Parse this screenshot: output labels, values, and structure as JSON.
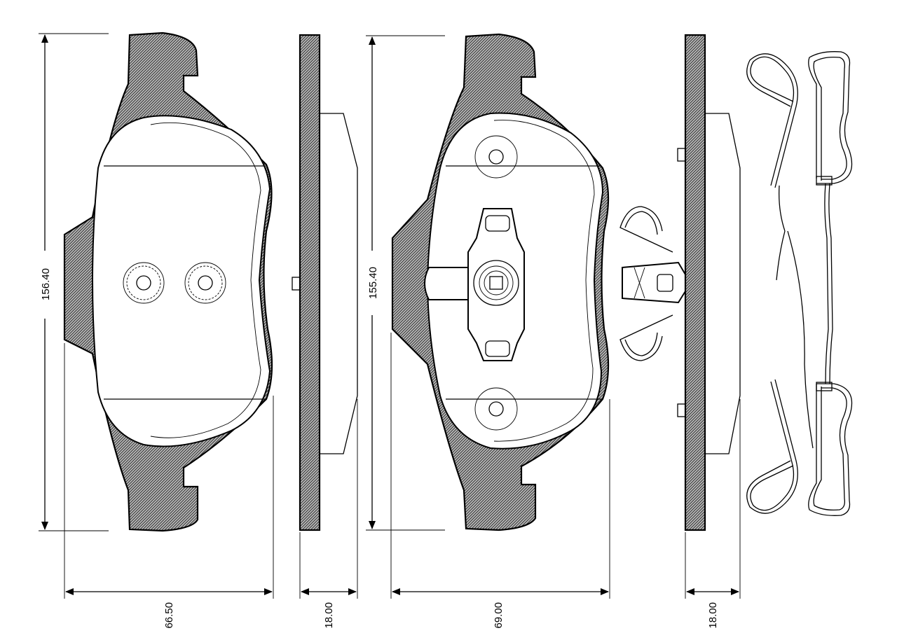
{
  "dimensions": {
    "pad1_height": "156.40",
    "pad1_width": "66.50",
    "pad1_thickness": "18.00",
    "pad2_height": "155.40",
    "pad2_width": "69.00",
    "pad2_thickness": "18.00"
  },
  "colors": {
    "line": "#000000",
    "background": "#ffffff",
    "friction_material": "#8c8c8c"
  }
}
